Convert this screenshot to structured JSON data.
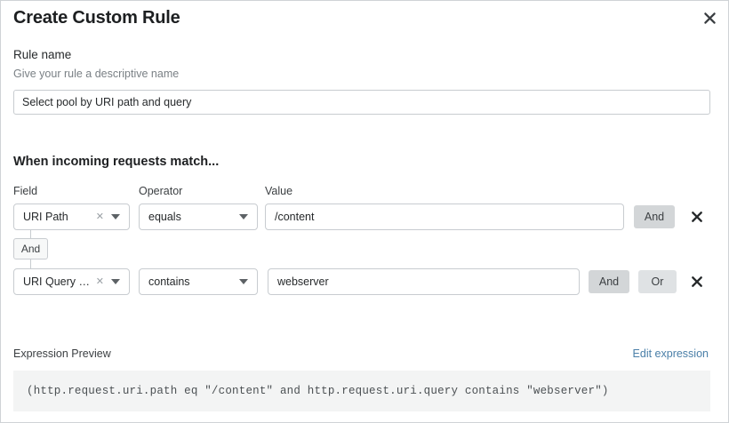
{
  "dialog": {
    "title": "Create Custom Rule",
    "close_icon": "close-icon"
  },
  "rule_name": {
    "label": "Rule name",
    "description": "Give your rule a descriptive name",
    "value": "Select pool by URI path and query"
  },
  "conditions_section": {
    "heading": "When incoming requests match...",
    "columns": {
      "field": "Field",
      "operator": "Operator",
      "value": "Value"
    },
    "connector": "And",
    "rows": [
      {
        "field": "URI Path",
        "operator": "equals",
        "value": "/content",
        "clear_icon": "close-small-icon",
        "caret_icon": "chevron-down-icon",
        "buttons": [
          "And"
        ],
        "delete_icon": "close-icon"
      },
      {
        "field": "URI Query St...",
        "operator": "contains",
        "value": "webserver",
        "clear_icon": "close-small-icon",
        "caret_icon": "chevron-down-icon",
        "buttons": [
          "And",
          "Or"
        ],
        "delete_icon": "close-icon"
      }
    ]
  },
  "expression_preview": {
    "label": "Expression Preview",
    "edit_link": "Edit expression",
    "expression": "(http.request.uri.path eq \"/content\" and http.request.uri.query contains \"webserver\")"
  },
  "colors": {
    "link": "#4a7fa8",
    "button_grey": "#d3d6d8",
    "panel_grey": "#f3f4f4",
    "border": "#c8ccd0"
  }
}
